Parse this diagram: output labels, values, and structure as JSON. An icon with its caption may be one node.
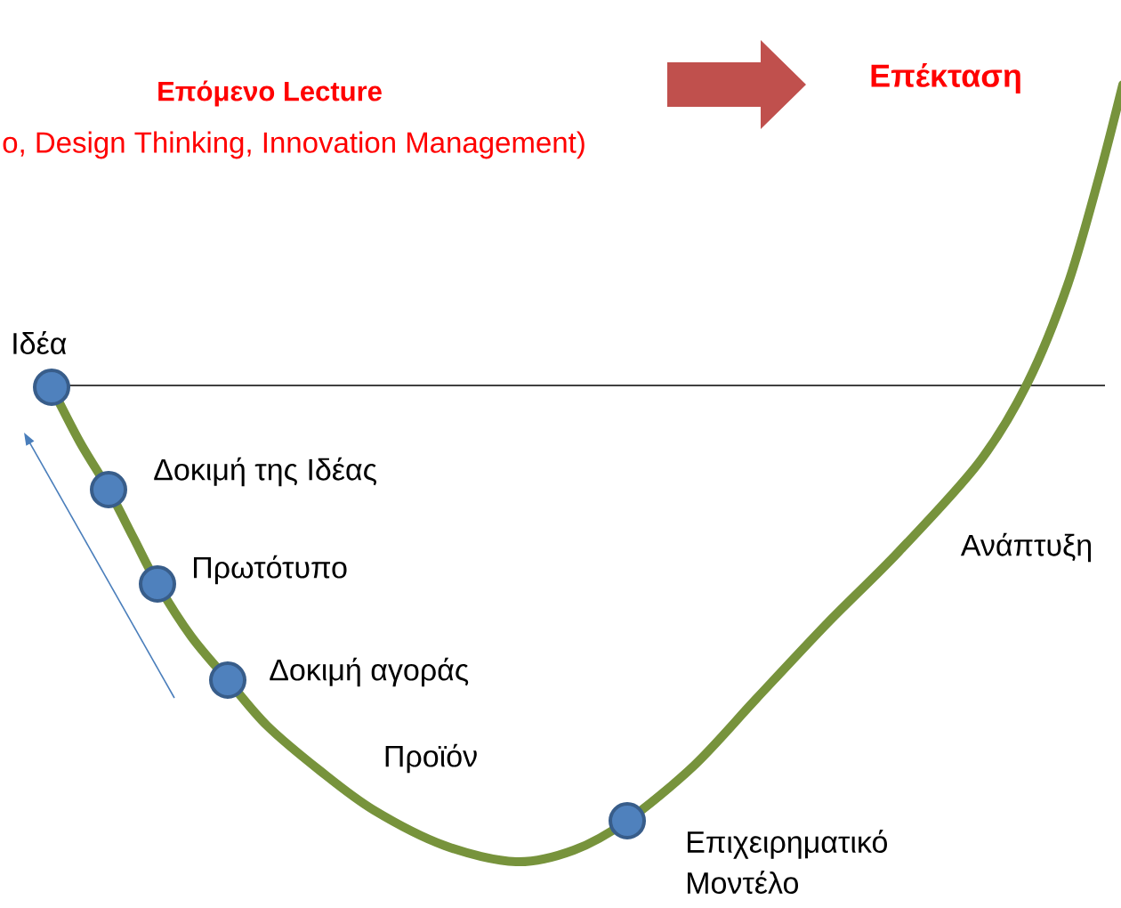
{
  "diagram": {
    "nodes": [
      {
        "text": [],
        "shape": "circle",
        "beside": [
          "Ιδέα"
        ]
      },
      {
        "text": [],
        "shape": "circle",
        "beside": [
          "Δοκιμή της Ιδέας"
        ]
      },
      {
        "text": [],
        "shape": "circle",
        "beside": [
          "Πρωτότυπο"
        ]
      },
      {
        "text": [],
        "shape": "circle",
        "beside": [
          "Δοκιμή αγοράς"
        ]
      },
      {
        "text": [],
        "shape": "circle",
        "beside": [
          "Επιχειρηματικό Μοντέλο"
        ]
      }
    ],
    "labels": [
      "Επόμενο Lecture",
      "o, Design Thinking, Innovation Management)",
      "Επέκταση",
      "Προϊόν",
      "Ανάπτυξη"
    ]
  }
}
